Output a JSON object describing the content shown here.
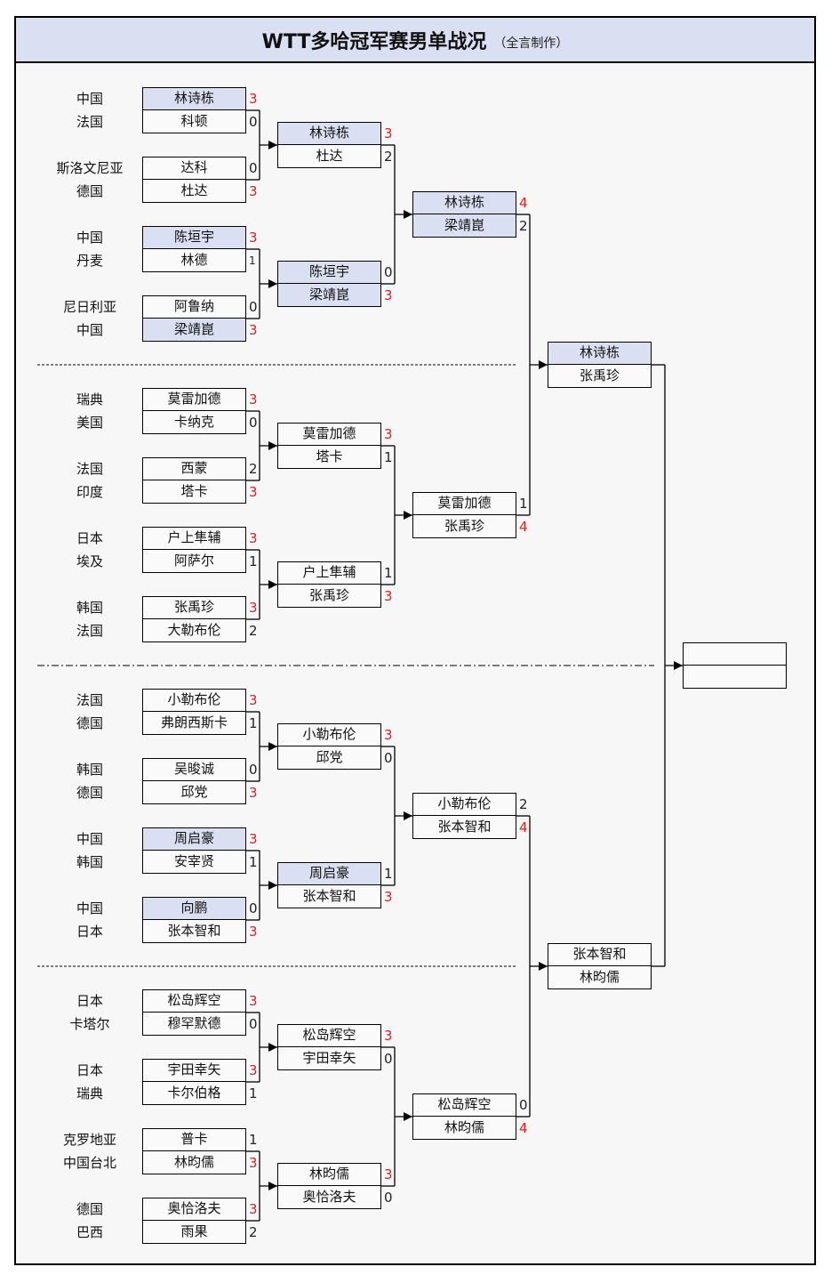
{
  "header": {
    "title": "WTT多哈冠军赛男单战况",
    "credit": "（全言制作）"
  },
  "colors": {
    "china_highlight": "#dae0f1",
    "winner_score": "#e02020",
    "frame": "#000000"
  },
  "round1": [
    {
      "players": [
        {
          "country": "中国",
          "name": "林诗栋",
          "score": "3",
          "win": true,
          "cn": true
        },
        {
          "country": "法国",
          "name": "科顿",
          "score": "0",
          "win": false,
          "cn": false
        }
      ]
    },
    {
      "players": [
        {
          "country": "斯洛文尼亚",
          "name": "达科",
          "score": "0",
          "win": false,
          "cn": false
        },
        {
          "country": "德国",
          "name": "杜达",
          "score": "3",
          "win": true,
          "cn": false
        }
      ]
    },
    {
      "players": [
        {
          "country": "中国",
          "name": "陈垣宇",
          "score": "3",
          "win": true,
          "cn": true
        },
        {
          "country": "丹麦",
          "name": "林德",
          "score": "1",
          "win": false,
          "cn": false,
          "small": true
        }
      ]
    },
    {
      "players": [
        {
          "country": "尼日利亚",
          "name": "阿鲁纳",
          "score": "0",
          "win": false,
          "cn": false
        },
        {
          "country": "中国",
          "name": "梁靖崑",
          "score": "3",
          "win": true,
          "cn": true
        }
      ]
    },
    {
      "players": [
        {
          "country": "瑞典",
          "name": "莫雷加德",
          "score": "3",
          "win": true,
          "cn": false
        },
        {
          "country": "美国",
          "name": "卡纳克",
          "score": "0",
          "win": false,
          "cn": false
        }
      ]
    },
    {
      "players": [
        {
          "country": "法国",
          "name": "西蒙",
          "score": "2",
          "win": false,
          "cn": false
        },
        {
          "country": "印度",
          "name": "塔卡",
          "score": "3",
          "win": true,
          "cn": false
        }
      ]
    },
    {
      "players": [
        {
          "country": "日本",
          "name": "户上隼辅",
          "score": "3",
          "win": true,
          "cn": false
        },
        {
          "country": "埃及",
          "name": "阿萨尔",
          "score": "1",
          "win": false,
          "cn": false
        }
      ]
    },
    {
      "players": [
        {
          "country": "韩国",
          "name": "张禹珍",
          "score": "3",
          "win": true,
          "cn": false
        },
        {
          "country": "法国",
          "name": "大勒布伦",
          "score": "2",
          "win": false,
          "cn": false
        }
      ]
    },
    {
      "players": [
        {
          "country": "法国",
          "name": "小勒布伦",
          "score": "3",
          "win": true,
          "cn": false
        },
        {
          "country": "德国",
          "name": "弗朗西斯卡",
          "score": "1",
          "win": false,
          "cn": false
        }
      ]
    },
    {
      "players": [
        {
          "country": "韩国",
          "name": "吴晙诚",
          "score": "0",
          "win": false,
          "cn": false
        },
        {
          "country": "德国",
          "name": "邱党",
          "score": "3",
          "win": true,
          "cn": false
        }
      ]
    },
    {
      "players": [
        {
          "country": "中国",
          "name": "周启豪",
          "score": "3",
          "win": true,
          "cn": true
        },
        {
          "country": "韩国",
          "name": "安宰贤",
          "score": "1",
          "win": false,
          "cn": false
        }
      ]
    },
    {
      "players": [
        {
          "country": "中国",
          "name": "向鹏",
          "score": "0",
          "win": false,
          "cn": true
        },
        {
          "country": "日本",
          "name": "张本智和",
          "score": "3",
          "win": true,
          "cn": false
        }
      ]
    },
    {
      "players": [
        {
          "country": "日本",
          "name": "松岛辉空",
          "score": "3",
          "win": true,
          "cn": false
        },
        {
          "country": "卡塔尔",
          "name": "穆罕默德",
          "score": "0",
          "win": false,
          "cn": false
        }
      ]
    },
    {
      "players": [
        {
          "country": "日本",
          "name": "宇田幸矢",
          "score": "3",
          "win": true,
          "cn": false
        },
        {
          "country": "瑞典",
          "name": "卡尔伯格",
          "score": "1",
          "win": false,
          "cn": false
        }
      ]
    },
    {
      "players": [
        {
          "country": "克罗地亚",
          "name": "普卡",
          "score": "1",
          "win": false,
          "cn": false
        },
        {
          "country": "中国台北",
          "name": "林昀儒",
          "score": "3",
          "win": true,
          "cn": false
        }
      ]
    },
    {
      "players": [
        {
          "country": "德国",
          "name": "奥恰洛夫",
          "score": "3",
          "win": true,
          "cn": false
        },
        {
          "country": "巴西",
          "name": "雨果",
          "score": "2",
          "win": false,
          "cn": false
        }
      ]
    }
  ],
  "round2": [
    {
      "players": [
        {
          "name": "林诗栋",
          "score": "3",
          "win": true,
          "cn": true
        },
        {
          "name": "杜达",
          "score": "2",
          "win": false,
          "cn": false
        }
      ]
    },
    {
      "players": [
        {
          "name": "陈垣宇",
          "score": "0",
          "win": false,
          "cn": true
        },
        {
          "name": "梁靖崑",
          "score": "3",
          "win": true,
          "cn": true
        }
      ]
    },
    {
      "players": [
        {
          "name": "莫雷加德",
          "score": "3",
          "win": true,
          "cn": false
        },
        {
          "name": "塔卡",
          "score": "1",
          "win": false,
          "cn": false
        }
      ]
    },
    {
      "players": [
        {
          "name": "户上隼辅",
          "score": "1",
          "win": false,
          "cn": false
        },
        {
          "name": "张禹珍",
          "score": "3",
          "win": true,
          "cn": false
        }
      ]
    },
    {
      "players": [
        {
          "name": "小勒布伦",
          "score": "3",
          "win": true,
          "cn": false
        },
        {
          "name": "邱党",
          "score": "0",
          "win": false,
          "cn": false
        }
      ]
    },
    {
      "players": [
        {
          "name": "周启豪",
          "score": "1",
          "win": false,
          "cn": true
        },
        {
          "name": "张本智和",
          "score": "3",
          "win": true,
          "cn": false
        }
      ]
    },
    {
      "players": [
        {
          "name": "松岛辉空",
          "score": "3",
          "win": true,
          "cn": false
        },
        {
          "name": "宇田幸矢",
          "score": "0",
          "win": false,
          "cn": false
        }
      ]
    },
    {
      "players": [
        {
          "name": "林昀儒",
          "score": "3",
          "win": true,
          "cn": false
        },
        {
          "name": "奥恰洛夫",
          "score": "0",
          "win": false,
          "cn": false
        }
      ]
    }
  ],
  "quarterfinals": [
    {
      "players": [
        {
          "name": "林诗栋",
          "score": "4",
          "win": true,
          "cn": true
        },
        {
          "name": "梁靖崑",
          "score": "2",
          "win": false,
          "cn": true
        }
      ]
    },
    {
      "players": [
        {
          "name": "莫雷加德",
          "score": "1",
          "win": false,
          "cn": false
        },
        {
          "name": "张禹珍",
          "score": "4",
          "win": true,
          "cn": false
        }
      ]
    },
    {
      "players": [
        {
          "name": "小勒布伦",
          "score": "2",
          "win": false,
          "cn": false
        },
        {
          "name": "张本智和",
          "score": "4",
          "win": true,
          "cn": false
        }
      ]
    },
    {
      "players": [
        {
          "name": "松岛辉空",
          "score": "0",
          "win": false,
          "cn": false
        },
        {
          "name": "林昀儒",
          "score": "4",
          "win": true,
          "cn": false
        }
      ]
    }
  ],
  "semifinals": [
    {
      "players": [
        {
          "name": "林诗栋",
          "score": "",
          "win": false,
          "cn": true
        },
        {
          "name": "张禹珍",
          "score": "",
          "win": false,
          "cn": false
        }
      ]
    },
    {
      "players": [
        {
          "name": "张本智和",
          "score": "",
          "win": false,
          "cn": false
        },
        {
          "name": "林昀儒",
          "score": "",
          "win": false,
          "cn": false
        }
      ]
    }
  ],
  "final": {
    "players": [
      {
        "name": "",
        "score": "",
        "win": false,
        "cn": false
      },
      {
        "name": "",
        "score": "",
        "win": false,
        "cn": false
      }
    ]
  }
}
